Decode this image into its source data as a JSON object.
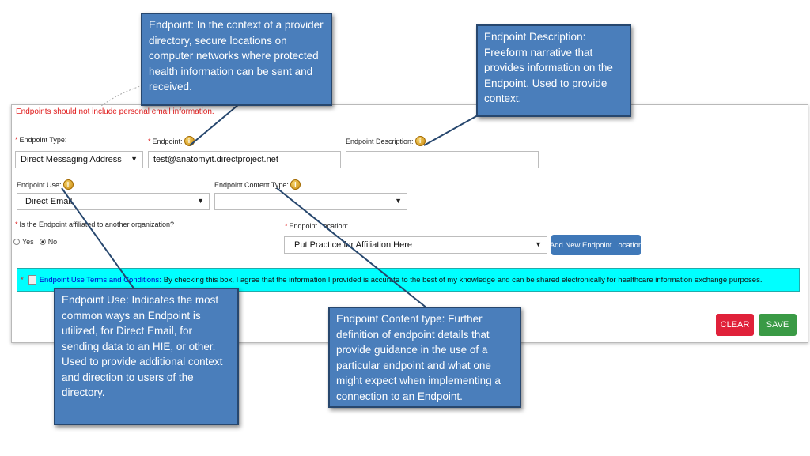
{
  "form": {
    "warning": "Endpoints should not include personal email information.",
    "endpoint_type": {
      "label": "Endpoint Type:",
      "value": "Direct Messaging Address"
    },
    "endpoint": {
      "label": "Endpoint:",
      "value": "test@anatomyit.directproject.net"
    },
    "endpoint_description": {
      "label": "Endpoint Description:",
      "value": ""
    },
    "endpoint_use": {
      "label": "Endpoint Use:",
      "value": "Direct Email"
    },
    "endpoint_content_type": {
      "label": "Endpoint Content Type:",
      "value": ""
    },
    "affiliated": {
      "question": "Is the Endpoint affiliated to another organization?",
      "yes": "Yes",
      "no": "No",
      "selected": "No"
    },
    "endpoint_location": {
      "label": "Endpoint Location:",
      "value": "Put Practice for Affiliation Here"
    },
    "add_location_button": "Add New Endpoint Location",
    "terms": {
      "link": "Endpoint Use Terms and Conditions:",
      "text": "By checking this box, I agree that the information I provided is accurate to the best of my knowledge and can be shared electronically for healthcare information exchange purposes."
    },
    "clear_button": "CLEAR",
    "save_button": "SAVE"
  },
  "colors": {
    "callout_bg": "#4a7ebb",
    "terms_bg": "#00ffff",
    "clear": "#e0213a",
    "save": "#3a9a45",
    "add_button": "#3f78b8",
    "required": "#e01b1b"
  },
  "callouts": {
    "endpoint": "Endpoint: In the context of a provider directory, secure locations on computer networks where protected health information can be sent and received.",
    "description": "Endpoint Description: Freeform narrative that provides information on the Endpoint. Used to provide context.",
    "use": "Endpoint Use: Indicates the most common ways an Endpoint is utilized, for Direct Email, for sending data to an HIE, or other. Used to provide additional context and direction to users of the directory.",
    "content_type": "Endpoint Content type: Further definition of endpoint details that provide guidance in the use of a particular endpoint and what one might expect when implementing a connection to an Endpoint."
  }
}
